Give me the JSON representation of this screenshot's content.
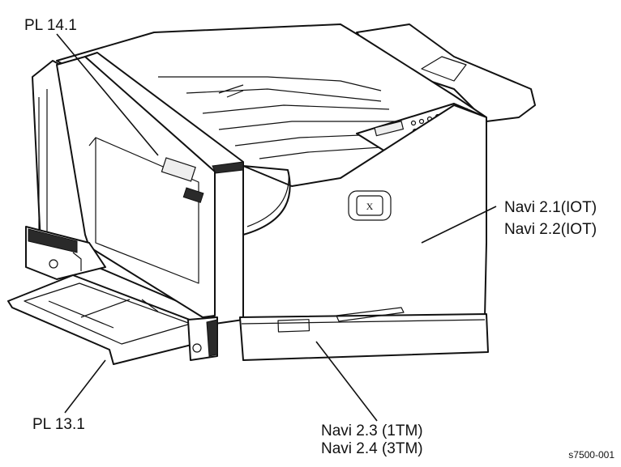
{
  "callouts": {
    "top_left": "PL 14.1",
    "right_line1": "Navi 2.1(IOT)",
    "right_line2": "Navi 2.2(IOT)",
    "bottom_left": "PL 13.1",
    "bottom_line1": "Navi 2.3 (1TM)",
    "bottom_line2": "Navi 2.4 (3TM)"
  },
  "figure_id": "s7500-001",
  "logo_text": "X"
}
